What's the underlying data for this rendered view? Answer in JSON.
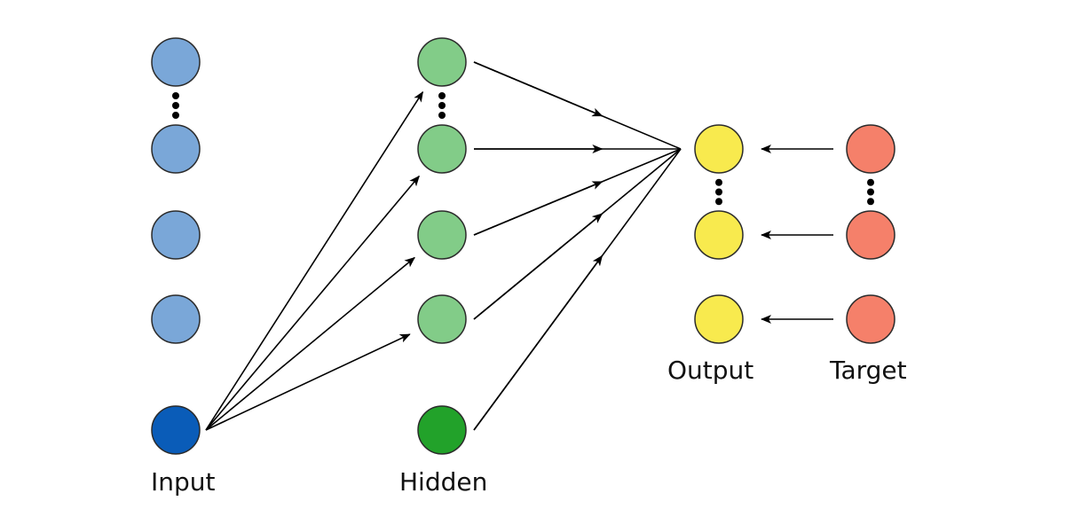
{
  "diagram": {
    "title": "Neural network with output and target layers",
    "layers": [
      {
        "id": "input",
        "label": "Input",
        "colors": {
          "regular": "#7aa7d8",
          "active": "#0a5cb8"
        },
        "nodes": [
          {
            "id": "in1",
            "kind": "regular"
          },
          {
            "id": "in2",
            "kind": "regular"
          },
          {
            "id": "in3",
            "kind": "regular"
          },
          {
            "id": "in4",
            "kind": "regular"
          },
          {
            "id": "in5",
            "kind": "active"
          }
        ],
        "ellipsis_between": [
          [
            "in1",
            "in2"
          ]
        ]
      },
      {
        "id": "hidden",
        "label": "Hidden",
        "colors": {
          "regular": "#82cc88",
          "active": "#22a22a"
        },
        "nodes": [
          {
            "id": "h1",
            "kind": "regular"
          },
          {
            "id": "h2",
            "kind": "regular"
          },
          {
            "id": "h3",
            "kind": "regular"
          },
          {
            "id": "h4",
            "kind": "regular"
          },
          {
            "id": "h5",
            "kind": "active"
          }
        ],
        "ellipsis_between": [
          [
            "h1",
            "h2"
          ]
        ]
      },
      {
        "id": "output",
        "label": "Output",
        "colors": {
          "regular": "#f8ea4e"
        },
        "nodes": [
          {
            "id": "o1",
            "kind": "regular"
          },
          {
            "id": "o2",
            "kind": "regular"
          },
          {
            "id": "o3",
            "kind": "regular"
          }
        ],
        "ellipsis_between": [
          [
            "o1",
            "o2"
          ]
        ]
      },
      {
        "id": "target",
        "label": "Target",
        "colors": {
          "regular": "#f5806a"
        },
        "nodes": [
          {
            "id": "t1",
            "kind": "regular"
          },
          {
            "id": "t2",
            "kind": "regular"
          },
          {
            "id": "t3",
            "kind": "regular"
          }
        ],
        "ellipsis_between": [
          [
            "t1",
            "t2"
          ]
        ]
      }
    ],
    "edges": [
      {
        "from": "in5",
        "to": "h1"
      },
      {
        "from": "in5",
        "to": "h2"
      },
      {
        "from": "in5",
        "to": "h3"
      },
      {
        "from": "in5",
        "to": "h4"
      },
      {
        "from": "h1",
        "to": "junction"
      },
      {
        "from": "h2",
        "to": "junction"
      },
      {
        "from": "h3",
        "to": "junction"
      },
      {
        "from": "h4",
        "to": "junction"
      },
      {
        "from": "h5",
        "to": "junction"
      },
      {
        "from": "t1",
        "to": "o1"
      },
      {
        "from": "t2",
        "to": "o2"
      },
      {
        "from": "t3",
        "to": "o3"
      }
    ],
    "junction": {
      "id": "junction",
      "attached_to": "o1"
    }
  }
}
